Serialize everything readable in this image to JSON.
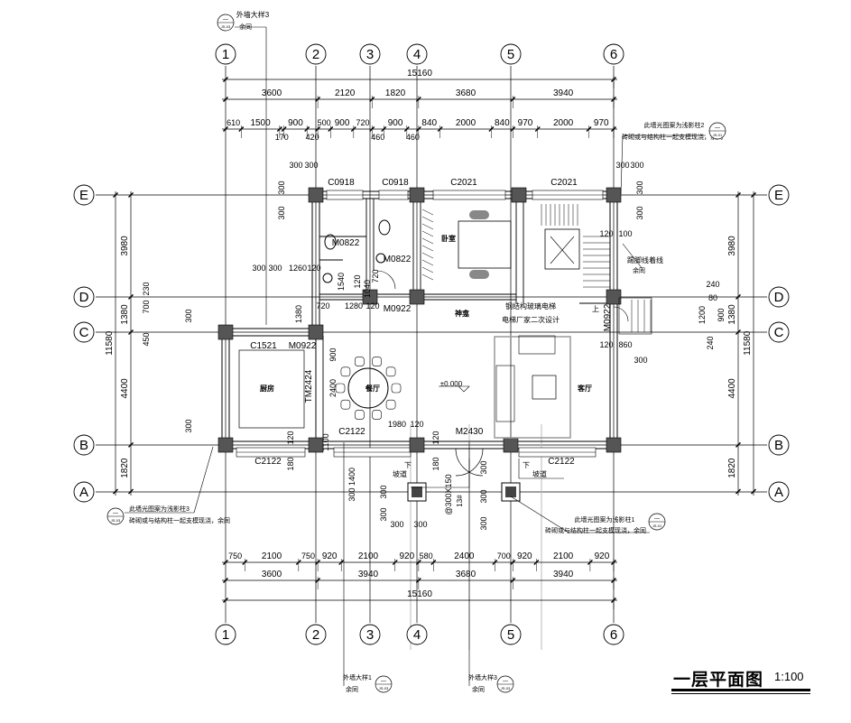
{
  "drawing": {
    "title": "一层平面图",
    "scale": "1:100",
    "axes_vertical": [
      "1",
      "2",
      "3",
      "4",
      "5",
      "6"
    ],
    "axes_horizontal": [
      "E",
      "D",
      "C",
      "B",
      "A"
    ],
    "dims_top_total": [
      "15160"
    ],
    "dims_top_axis": [
      3600,
      2120,
      1820,
      3680,
      3940
    ],
    "dims_top_detail": [
      610,
      1500,
      170,
      900,
      420,
      500,
      900,
      720,
      460,
      900,
      460,
      840,
      2000,
      840,
      970,
      2000,
      970
    ],
    "dims_bottom_detail": [
      750,
      2100,
      750,
      920,
      2100,
      920,
      580,
      2400,
      700,
      920,
      2100,
      920
    ],
    "dims_bottom_axis": [
      3600,
      3940,
      3680,
      3940
    ],
    "dims_bottom_total": [
      "15160"
    ],
    "dims_side_axis": [
      3980,
      1380,
      4400,
      1820
    ],
    "dims_side_total": [
      "11580"
    ],
    "rooms": [
      "卧室",
      "厨房",
      "餐厅",
      "客厅",
      "神龛"
    ],
    "openings": [
      "C0918",
      "C0918",
      "C2021",
      "C2021",
      "M0822",
      "M0822",
      "M0922",
      "M0922",
      "C1521",
      "TM2424",
      "C2122",
      "M2430",
      "C2122",
      "C2122",
      "M0922"
    ],
    "misc_dims": [
      "300",
      "300",
      "300",
      "300",
      "300",
      "300",
      "300",
      "300",
      "120",
      "100",
      "300",
      "300",
      "1260",
      "120",
      "1540",
      "120",
      "1040",
      "720",
      "720",
      "1280",
      "120",
      "1380",
      "900",
      "2400",
      "1100",
      "1980",
      "120",
      "120",
      "180",
      "120",
      "180",
      "1400",
      "300",
      "300",
      "300",
      "300",
      "300",
      "300",
      "300",
      "300",
      "120",
      "860",
      "300",
      "900",
      "1200",
      "80",
      "240",
      "240",
      "700",
      "230",
      "450",
      "300",
      "300"
    ],
    "notes": {
      "level": "±0.000",
      "ramp_left": "坡道",
      "ramp_right": "坡道",
      "down_left": "下",
      "down_right": "下",
      "up": "上",
      "step": "@300X150",
      "steps": "13#",
      "elevator_1": "钢结构玻璃电梯",
      "elevator_2": "电梯厂家二次设计",
      "skirting": "踢脚线着线",
      "skirting_same": "余同",
      "col_note_2a": "此墙光图案为浅影柱2",
      "col_note_2b": "砖砌或与结构柱一起支模现浇，余同",
      "col_note_3a": "此墙光图案为浅影柱3",
      "col_note_3b": "砖砌或与结构柱一起支模现浇，余同",
      "col_note_1a": "此墙光图案为浅影柱1",
      "col_note_1b": "砖砌或与结构柱一起支模现浇，余同",
      "detail_top": "外墙大样3",
      "detail_top_same": "余同",
      "detail_bottom_1": "外墙大样1",
      "detail_bottom_1_same": "余同",
      "detail_bottom_2": "外墙大样3",
      "detail_bottom_2_same": "余同",
      "ref_dash": "—",
      "ref_sheet": "JS-03",
      "ref_sheet2": "JS-01"
    },
    "colors": {
      "ink": "#000000",
      "column": "#444444",
      "hatch": "#888888",
      "grey": "#aaaaaa"
    }
  }
}
